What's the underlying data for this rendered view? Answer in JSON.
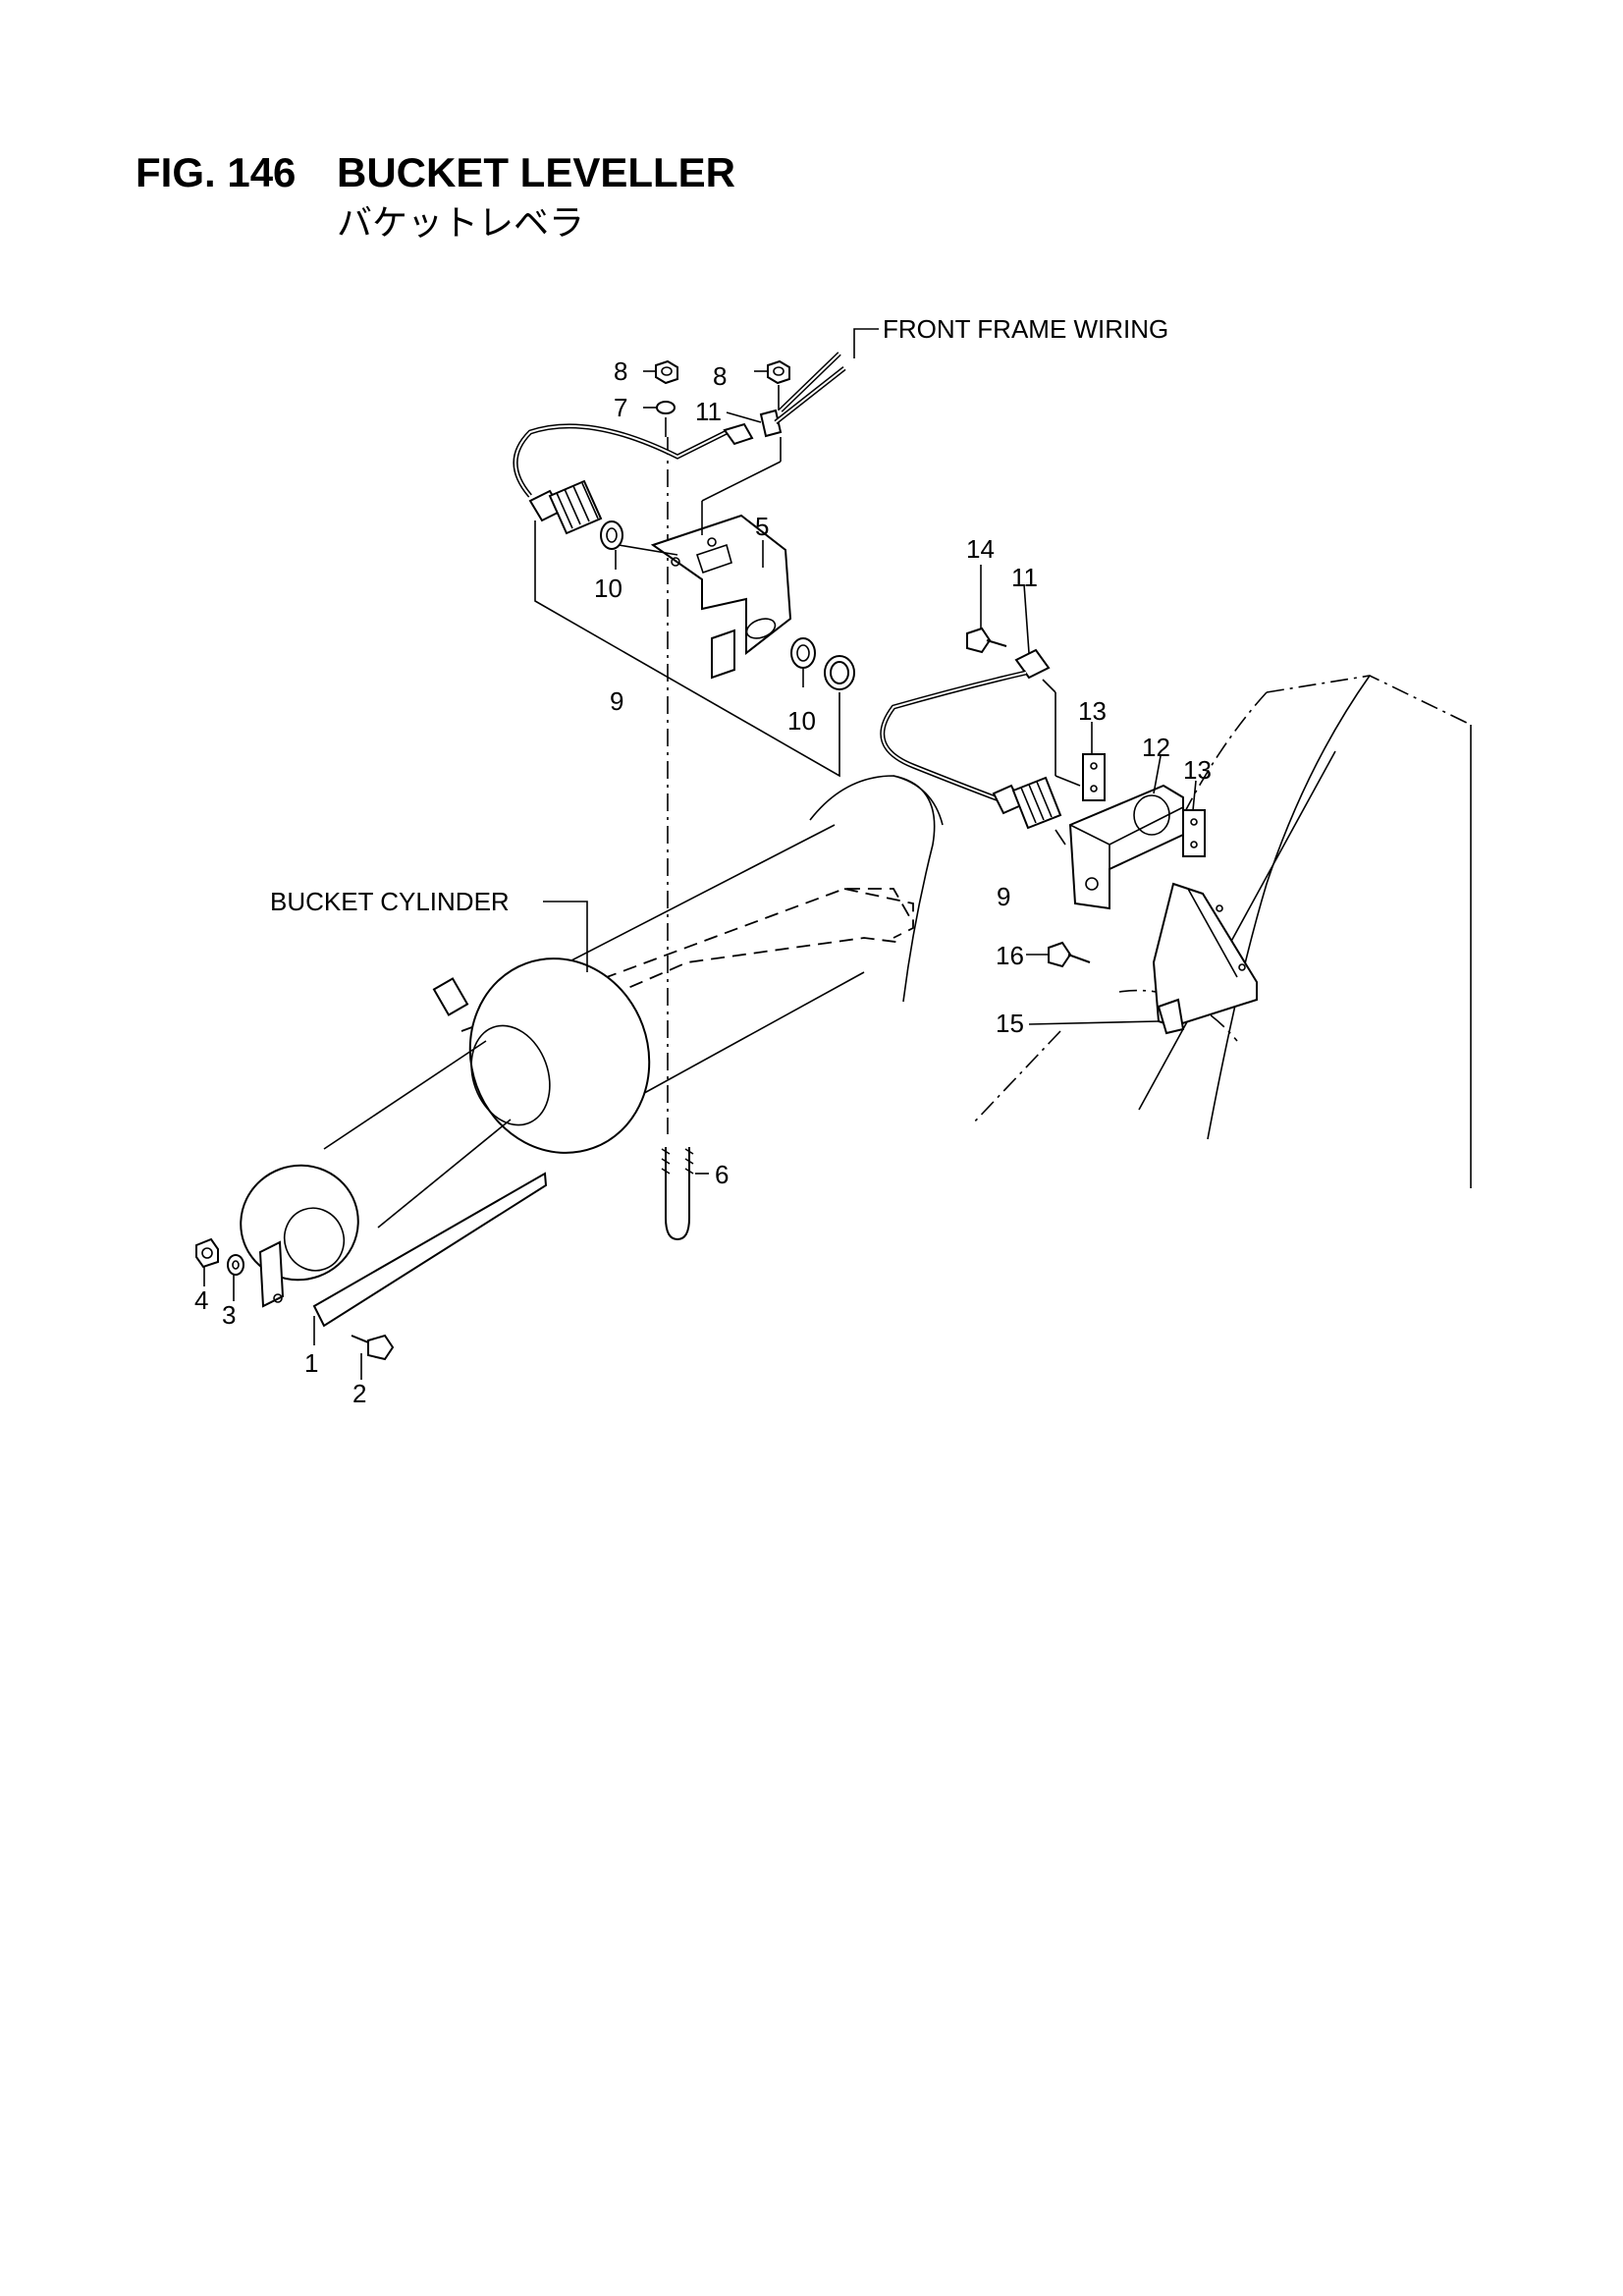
{
  "figure": {
    "number": "FIG. 146",
    "title": "BUCKET LEVELLER",
    "subtitle": "バケットレベラ"
  },
  "callouts": {
    "front_frame_wiring": "FRONT FRAME WIRING",
    "bucket_cylinder": "BUCKET CYLINDER"
  },
  "part_numbers": {
    "p1": "1",
    "p2": "2",
    "p3": "3",
    "p4": "4",
    "p5": "5",
    "p6": "6",
    "p7": "7",
    "p8a": "8",
    "p8b": "8",
    "p9a": "9",
    "p9b": "9",
    "p10a": "10",
    "p10b": "10",
    "p11a": "11",
    "p11b": "11",
    "p12": "12",
    "p13a": "13",
    "p13b": "13",
    "p14": "14",
    "p15": "15",
    "p16": "16"
  }
}
